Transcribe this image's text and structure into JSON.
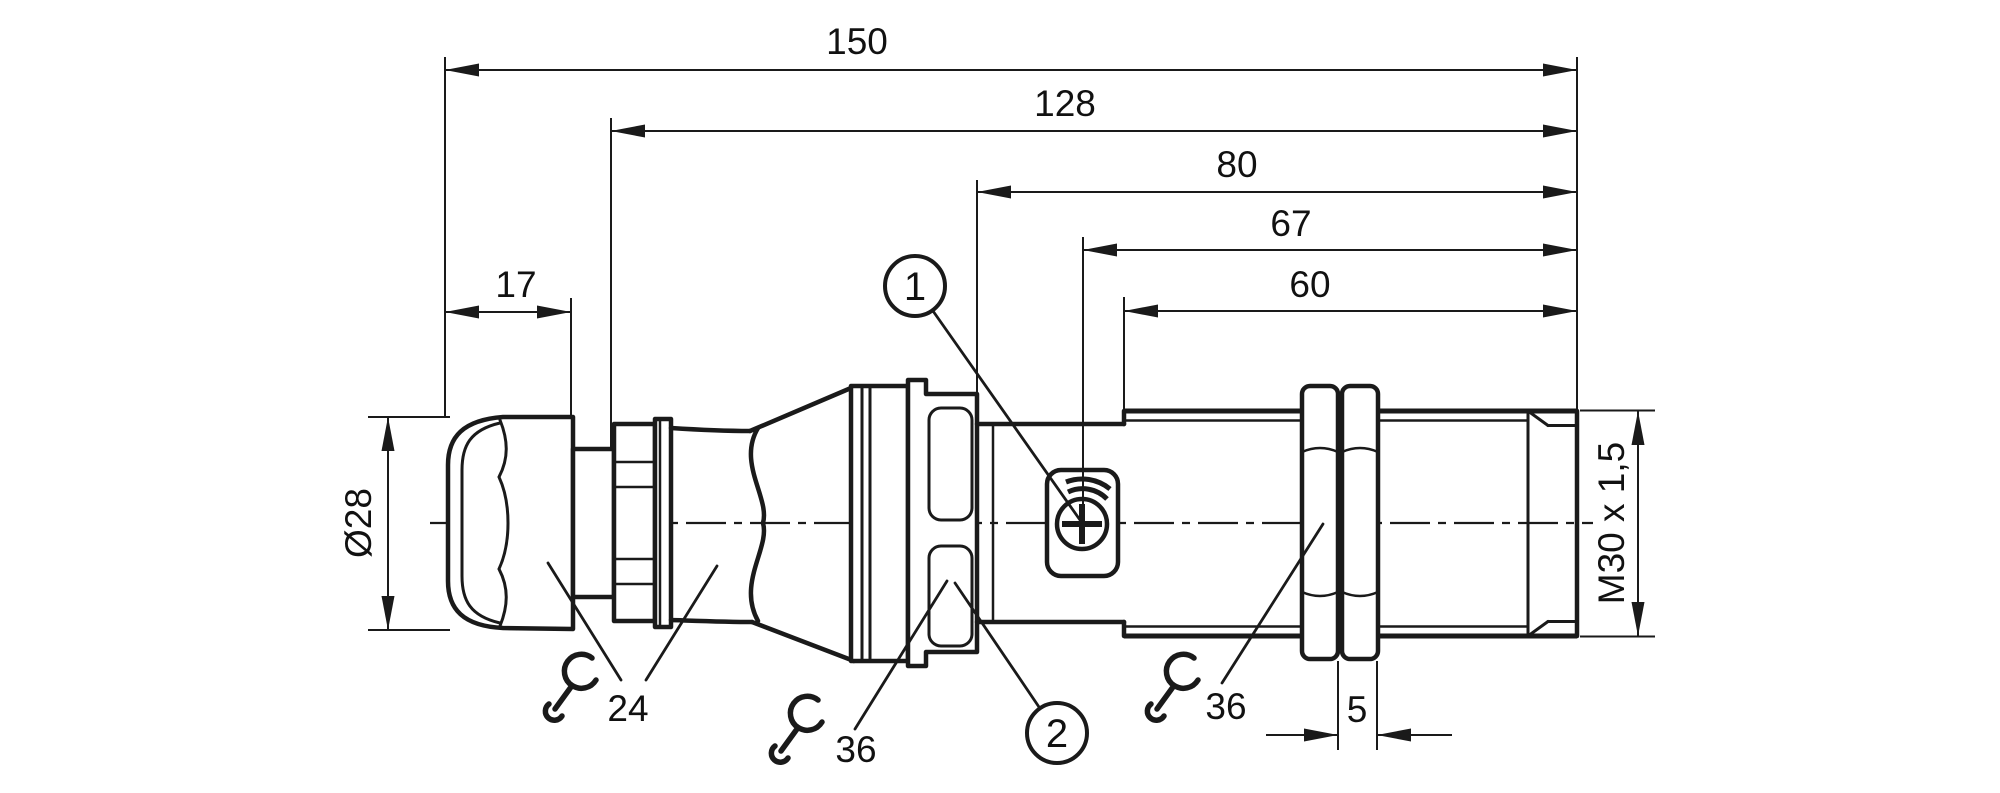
{
  "colors": {
    "ink": "#1a1a1a",
    "background": "#ffffff"
  },
  "dimensions": {
    "overall_length": "150",
    "to_connector_end": "128",
    "to_housing_front": "80",
    "to_potentiometer": "67",
    "to_thread_start": "60",
    "connector_length": "17",
    "lock_nut_width": "5",
    "connector_diameter": "Ø28",
    "thread_spec": "M30 x 1,5"
  },
  "wrench_flats": {
    "connector_nut": "24",
    "clamp_nut": "36",
    "lock_nut": "36"
  },
  "callouts": {
    "one": "1",
    "two": "2"
  }
}
